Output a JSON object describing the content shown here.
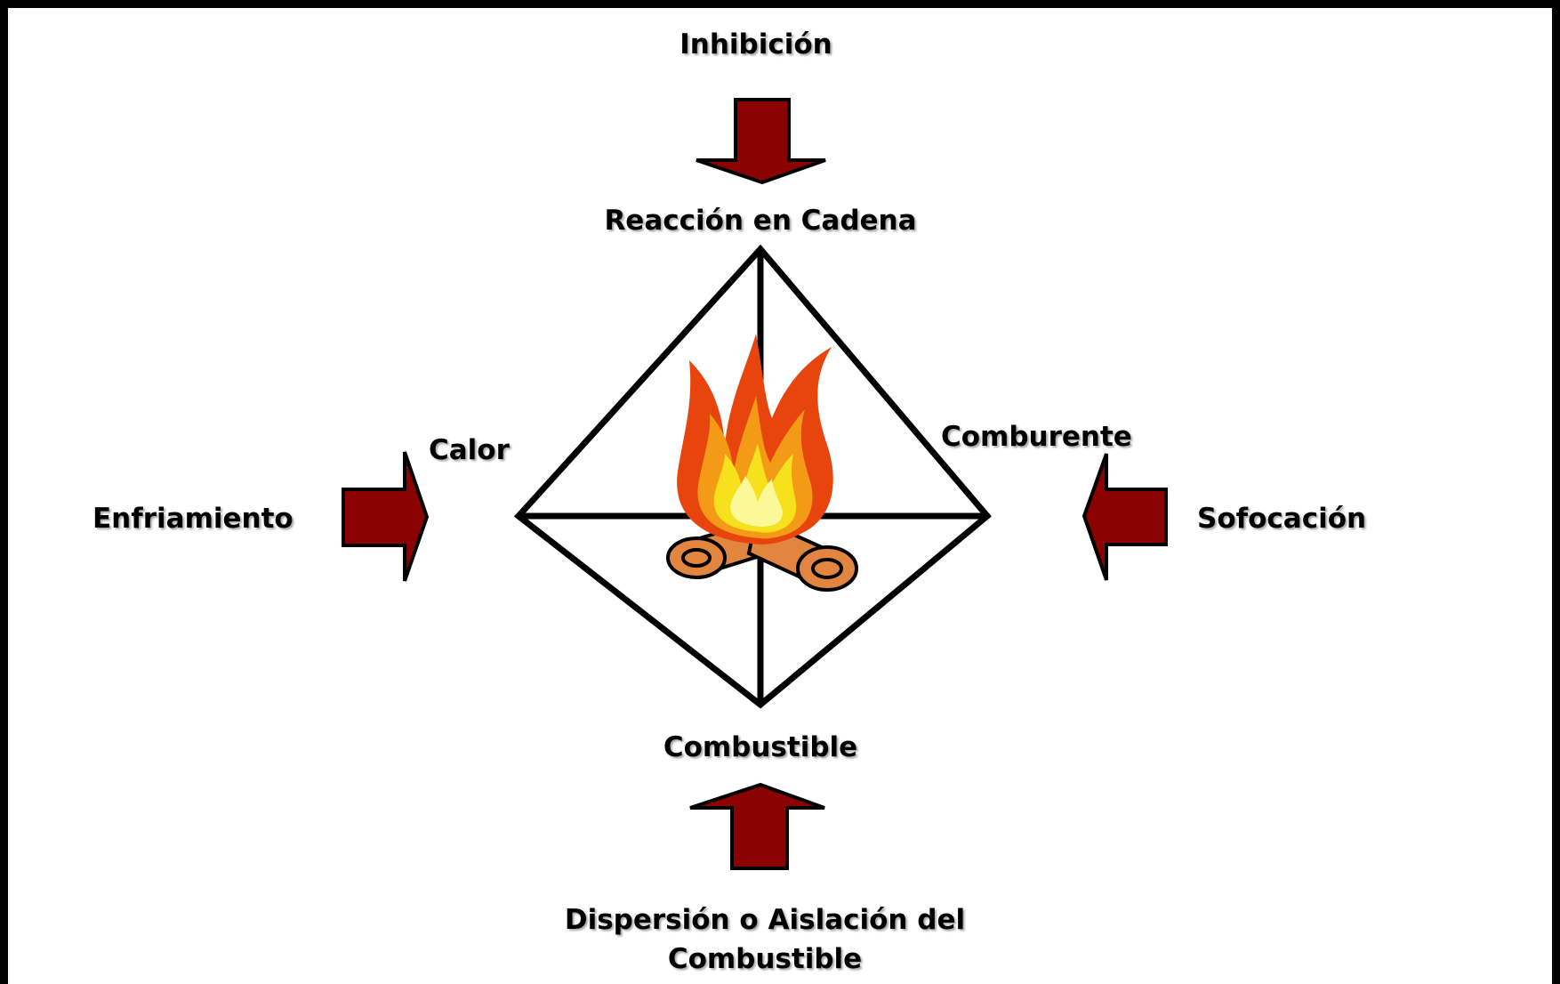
{
  "diagram": {
    "vertices": {
      "top": "Reacción en Cadena",
      "left": "Calor",
      "right": "Comburente",
      "bottom": "Combustible"
    },
    "methods": {
      "top": "Inhibición",
      "left": "Enfriamiento",
      "right": "Sofocación",
      "bottom_line1": "Dispersión o Aislación del",
      "bottom_line2": "Combustible"
    }
  },
  "colors": {
    "arrow_fill": "#8b0000",
    "outline": "#000000",
    "flame_outer": "#e8450e",
    "flame_mid": "#f39a17",
    "flame_inner": "#f7e01c",
    "flame_core": "#fbf89a",
    "log_fill": "#e2853f"
  },
  "icons": {
    "fire": "campfire-icon",
    "arrow": "block-arrow-icon"
  }
}
